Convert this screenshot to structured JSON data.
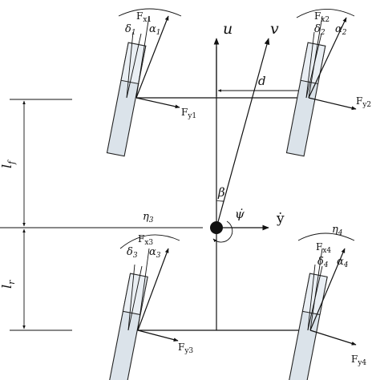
{
  "axes": {
    "u": "u",
    "v": "v",
    "y_dot": "ẏ",
    "psi_dot": "ψ̇",
    "beta": "β",
    "d": "d"
  },
  "dimensions": {
    "lf": {
      "main": "l",
      "sub": "f"
    },
    "lr": {
      "main": "l",
      "sub": "r"
    }
  },
  "wheels": [
    {
      "id": "front-left",
      "fx": {
        "main": "F",
        "sub": "x1"
      },
      "fy": {
        "main": "F",
        "sub": "y1"
      },
      "delta": {
        "main": "δ",
        "sub": "1"
      },
      "alpha": {
        "main": "α",
        "sub": "1"
      }
    },
    {
      "id": "front-right",
      "fx": {
        "main": "F",
        "sub": "x2"
      },
      "fy": {
        "main": "F",
        "sub": "y2"
      },
      "delta": {
        "main": "δ",
        "sub": "2"
      },
      "alpha": {
        "main": "α",
        "sub": "2"
      }
    },
    {
      "id": "rear-left",
      "eta": {
        "main": "η",
        "sub": "3"
      },
      "fx": {
        "main": "F",
        "sub": "x3"
      },
      "fy": {
        "main": "F",
        "sub": "y3"
      },
      "delta": {
        "main": "δ",
        "sub": "3"
      },
      "alpha": {
        "main": "α",
        "sub": "3"
      }
    },
    {
      "id": "rear-right",
      "eta": {
        "main": "η",
        "sub": "4"
      },
      "fx": {
        "main": "F",
        "sub": "x4"
      },
      "fy": {
        "main": "F",
        "sub": "y4"
      },
      "delta": {
        "main": "δ",
        "sub": "4"
      },
      "alpha": {
        "main": "α",
        "sub": "4"
      }
    }
  ]
}
